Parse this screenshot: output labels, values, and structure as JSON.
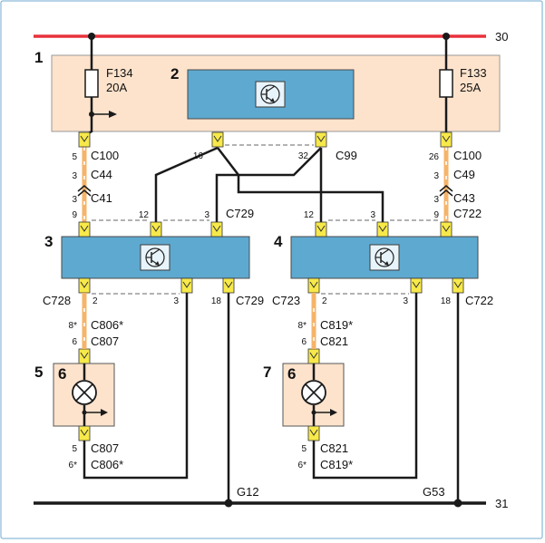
{
  "bus": {
    "top_label": "30",
    "bottom_label": "31"
  },
  "colors": {
    "power_line": "#e8323c",
    "fuse_box_fill": "#fde3cc",
    "module_fill": "#5ea9d0",
    "lamp_box_fill": "#fde3cc",
    "terminal": "#f7e94a",
    "harness_wire": "#f5b46a",
    "wire": "#1a1a1a",
    "frame": "#6fa8d0"
  },
  "fuse_box": {
    "number": "1"
  },
  "fuses": [
    {
      "id": "F134",
      "rating": "20A"
    },
    {
      "id": "F133",
      "rating": "25A"
    }
  ],
  "modules": [
    {
      "number": "2",
      "icon": "transistor-icon"
    },
    {
      "number": "3",
      "icon": "transistor-icon"
    },
    {
      "number": "4",
      "icon": "transistor-icon"
    }
  ],
  "lamps": [
    {
      "number": "5",
      "symbol": "6",
      "icon": "lamp-icon"
    },
    {
      "number": "7",
      "symbol": "6",
      "icon": "lamp-icon"
    }
  ],
  "connectors": {
    "c100_left": "C100",
    "c44": "C44",
    "c41": "C41",
    "c99": "C99",
    "c100_right": "C100",
    "c49": "C49",
    "c43": "C43",
    "c729_upper": "C729",
    "c722_upper": "C722",
    "c728": "C728",
    "c729_lower": "C729",
    "c723": "C723",
    "c722_lower": "C722",
    "c806_star": "C806*",
    "c807": "C807",
    "c819_star": "C819*",
    "c821": "C821",
    "c807_bottom": "C807",
    "c806_star_bottom": "C806*",
    "c821_bottom": "C821",
    "c819_star_bottom": "C819*"
  },
  "pins": {
    "c100_left": "5",
    "c44": "3",
    "c41": "3",
    "c99_a": "16",
    "c99_b": "32",
    "c100_right": "26",
    "c49": "3",
    "c43": "3",
    "c729_9": "9",
    "c729_12": "12",
    "c729_3": "3",
    "c722_12": "12",
    "c722_3": "3",
    "c722_9": "9",
    "c728_2": "2",
    "c728_3": "3",
    "c729_18": "18",
    "c723_2": "2",
    "c723_3": "3",
    "c722_18": "18",
    "c806_star": "8*",
    "c807": "6",
    "c819_star": "8*",
    "c821": "6",
    "c807_bottom": "5",
    "c806_star_bottom": "6*",
    "c821_bottom": "5",
    "c819_star_bottom": "6*"
  },
  "grounds": {
    "left": "G12",
    "right": "G53"
  }
}
